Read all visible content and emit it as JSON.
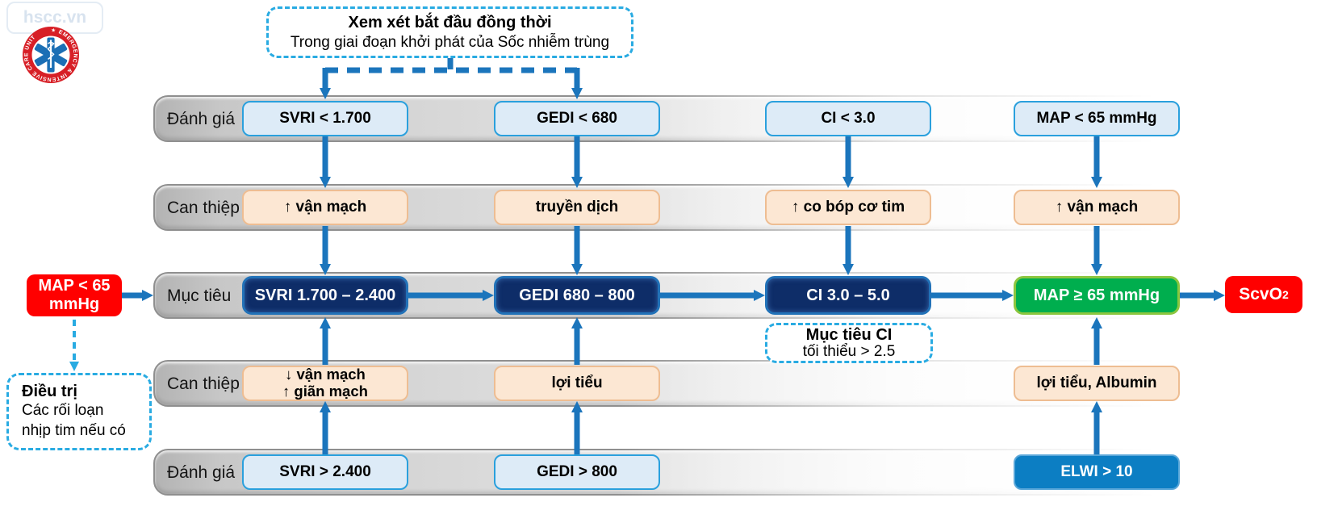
{
  "colors": {
    "arrow_blue": "#1b75bc",
    "dashed_light_blue": "#29abe2",
    "assess_fill": "#ddebf7",
    "assess_border": "#2aa0dd",
    "intervention_fill": "#fce7d3",
    "intervention_border": "#eebd92",
    "target_navy": "#0e2d68",
    "goal_green": "#00ae4e",
    "goal_green_border": "#8cc63f",
    "alert_red": "#ff0000",
    "elwi_blue": "#0c7ec3",
    "bar_gray": "#c9c9c9"
  },
  "watermark": {
    "site": "hscc.vn"
  },
  "logo": {
    "ring_text": "★ EMERGENCY & INTENSIVE CARE UNIT"
  },
  "top_note": {
    "title": "Xem xét bắt đầu đồng thời",
    "subtitle": "Trong giai đoạn khởi phát của Sốc nhiễm trùng"
  },
  "left_trigger": {
    "line1": "MAP < 65",
    "line2": "mmHg"
  },
  "left_note": {
    "title": "Điều trị",
    "body": "Các rối loạn\nnhịp tim nếu có"
  },
  "rows": [
    {
      "label": "Đánh giá",
      "boxes": [
        "SVRI < 1.700",
        "GEDI < 680",
        "CI < 3.0",
        "MAP < 65 mmHg"
      ]
    },
    {
      "label": "Can thiệp",
      "boxes": [
        "↑ vận mạch",
        "truyền dịch",
        "↑ co bóp cơ tim",
        "↑ vận mạch"
      ]
    },
    {
      "label": "Mục tiêu",
      "boxes": [
        "SVRI 1.700 – 2.400",
        "GEDI 680 – 800",
        "CI 3.0 – 5.0",
        "MAP ≥ 65 mmHg"
      ]
    },
    {
      "label": "Can thiệp",
      "boxes": [
        "↓ vận mạch\n↑ giãn mạch",
        "lợi tiểu",
        "",
        "lợi tiểu, Albumin"
      ]
    },
    {
      "label": "Đánh giá",
      "boxes": [
        "SVRI > 2.400",
        "GEDI > 800",
        "",
        "ELWI > 10"
      ]
    }
  ],
  "ci_note": {
    "title": "Mục tiêu CI",
    "subtitle": "tối thiểu > 2.5"
  },
  "outcome": {
    "text": "ScvO",
    "subscript": "2"
  }
}
